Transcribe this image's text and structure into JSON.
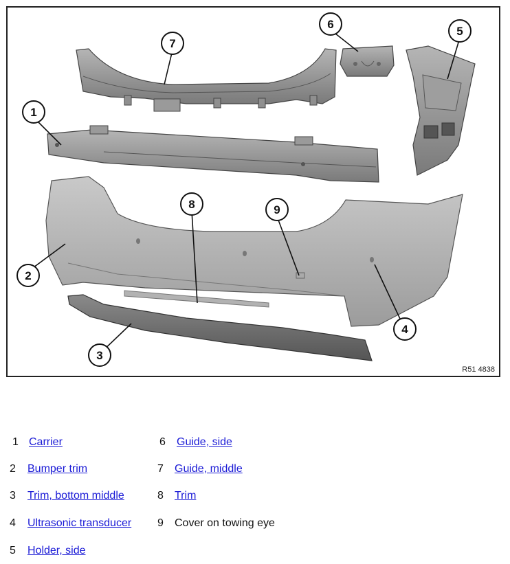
{
  "figure": {
    "code": "R51 4838",
    "callouts": [
      "1",
      "2",
      "3",
      "4",
      "5",
      "6",
      "7",
      "8",
      "9"
    ]
  },
  "legend": [
    {
      "num": "1",
      "label": "Carrier",
      "link": true
    },
    {
      "num": "2",
      "label": "Bumper trim",
      "link": true
    },
    {
      "num": "3",
      "label": "Trim, bottom middle",
      "link": true
    },
    {
      "num": "4",
      "label": "Ultrasonic transducer",
      "link": true
    },
    {
      "num": "5",
      "label": "Holder, side",
      "link": true
    },
    {
      "num": "6",
      "label": "Guide, side",
      "link": true
    },
    {
      "num": "7",
      "label": "Guide, middle",
      "link": true
    },
    {
      "num": "8",
      "label": "Trim",
      "link": true
    },
    {
      "num": "9",
      "label": "Cover on towing eye",
      "link": false
    }
  ]
}
